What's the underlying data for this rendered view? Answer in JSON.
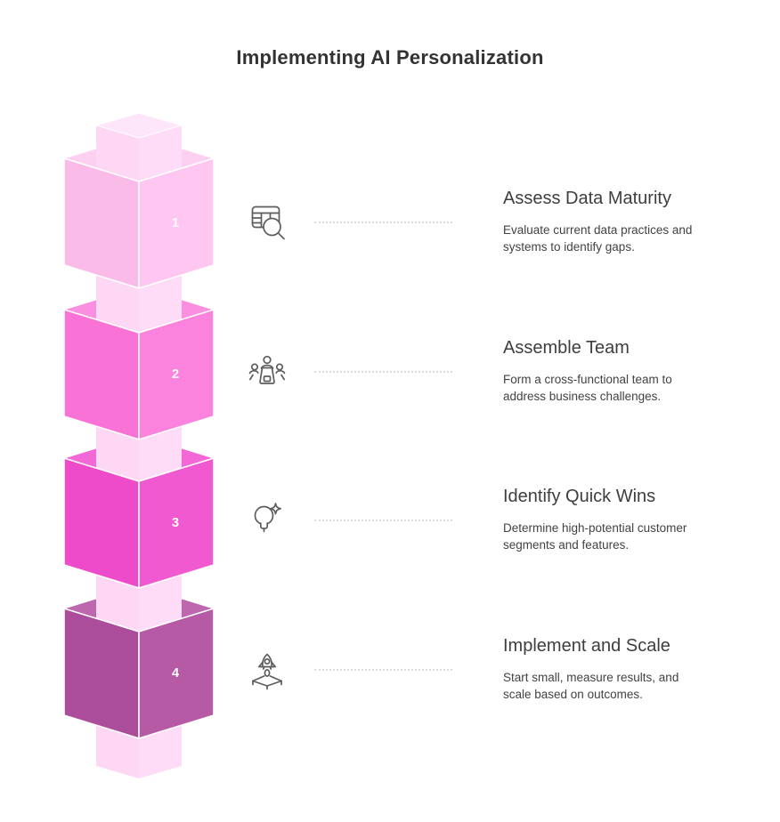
{
  "title": "Implementing AI Personalization",
  "steps": [
    {
      "number": "1",
      "title": "Assess Data Maturity",
      "desc": [
        "Evaluate current data practices and",
        "systems to identify gaps."
      ],
      "icon": "table-search-icon"
    },
    {
      "number": "2",
      "title": "Assemble Team",
      "desc": [
        "Form a cross-functional team to",
        "address business challenges."
      ],
      "icon": "team-meeting-icon"
    },
    {
      "number": "3",
      "title": "Identify Quick Wins",
      "desc": [
        "Determine high-potential customer",
        "segments and features."
      ],
      "icon": "lightbulb-spark-icon"
    },
    {
      "number": "4",
      "title": "Implement and Scale",
      "desc": [
        "Start small, measure results, and",
        "scale based on outcomes."
      ],
      "icon": "rocket-launch-icon"
    }
  ],
  "colors": {
    "cube1": {
      "left": "#fbbbe9",
      "right": "#fec6f0",
      "inner": "#fdd0f2"
    },
    "cube2": {
      "left": "#f973d7",
      "right": "#fb82dd",
      "inner": "#fb8fdf"
    },
    "cube3": {
      "left": "#ed4bca",
      "right": "#f159d1",
      "inner": "#f168d6"
    },
    "cube4": {
      "left": "#ac4d9b",
      "right": "#b75aa6",
      "inner": "#bd68ae"
    },
    "pillar": {
      "left": "#fed7f5",
      "right": "#fedcf7",
      "top": "#fee6fa"
    },
    "number_text": "#ffffff",
    "title_text": "#333333",
    "step_title_text": "#3e3e3e",
    "desc_text": "#424242",
    "icon_stroke": "#5c5d5f",
    "dotted_line": "#dcdcdc"
  }
}
